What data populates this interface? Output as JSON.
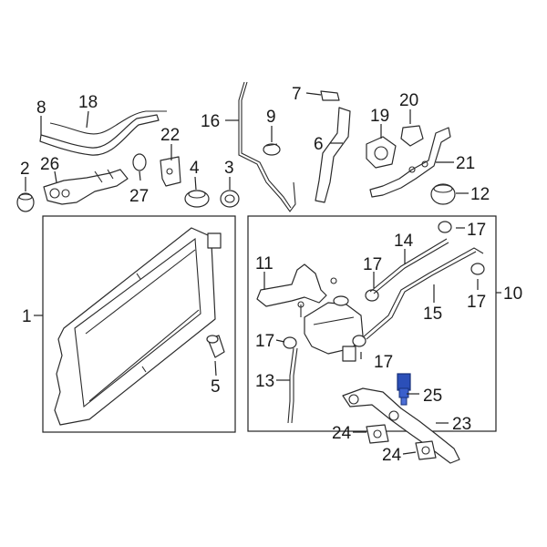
{
  "callouts": {
    "c1": "1",
    "c2": "2",
    "c3": "3",
    "c4": "4",
    "c5": "5",
    "c6": "6",
    "c7": "7",
    "c8": "8",
    "c9": "9",
    "c10": "10",
    "c11": "11",
    "c12": "12",
    "c13": "13",
    "c14": "14",
    "c15": "15",
    "c16": "16",
    "c17a": "17",
    "c17b": "17",
    "c17c": "17",
    "c17d": "17",
    "c17e": "17",
    "c18": "18",
    "c19": "19",
    "c20": "20",
    "c21": "21",
    "c22": "22",
    "c23": "23",
    "c24a": "24",
    "c24b": "24",
    "c25": "25",
    "c26": "26",
    "c27": "27"
  },
  "colors": {
    "highlight": "#2b4fb8",
    "line": "#2b2b2b"
  }
}
